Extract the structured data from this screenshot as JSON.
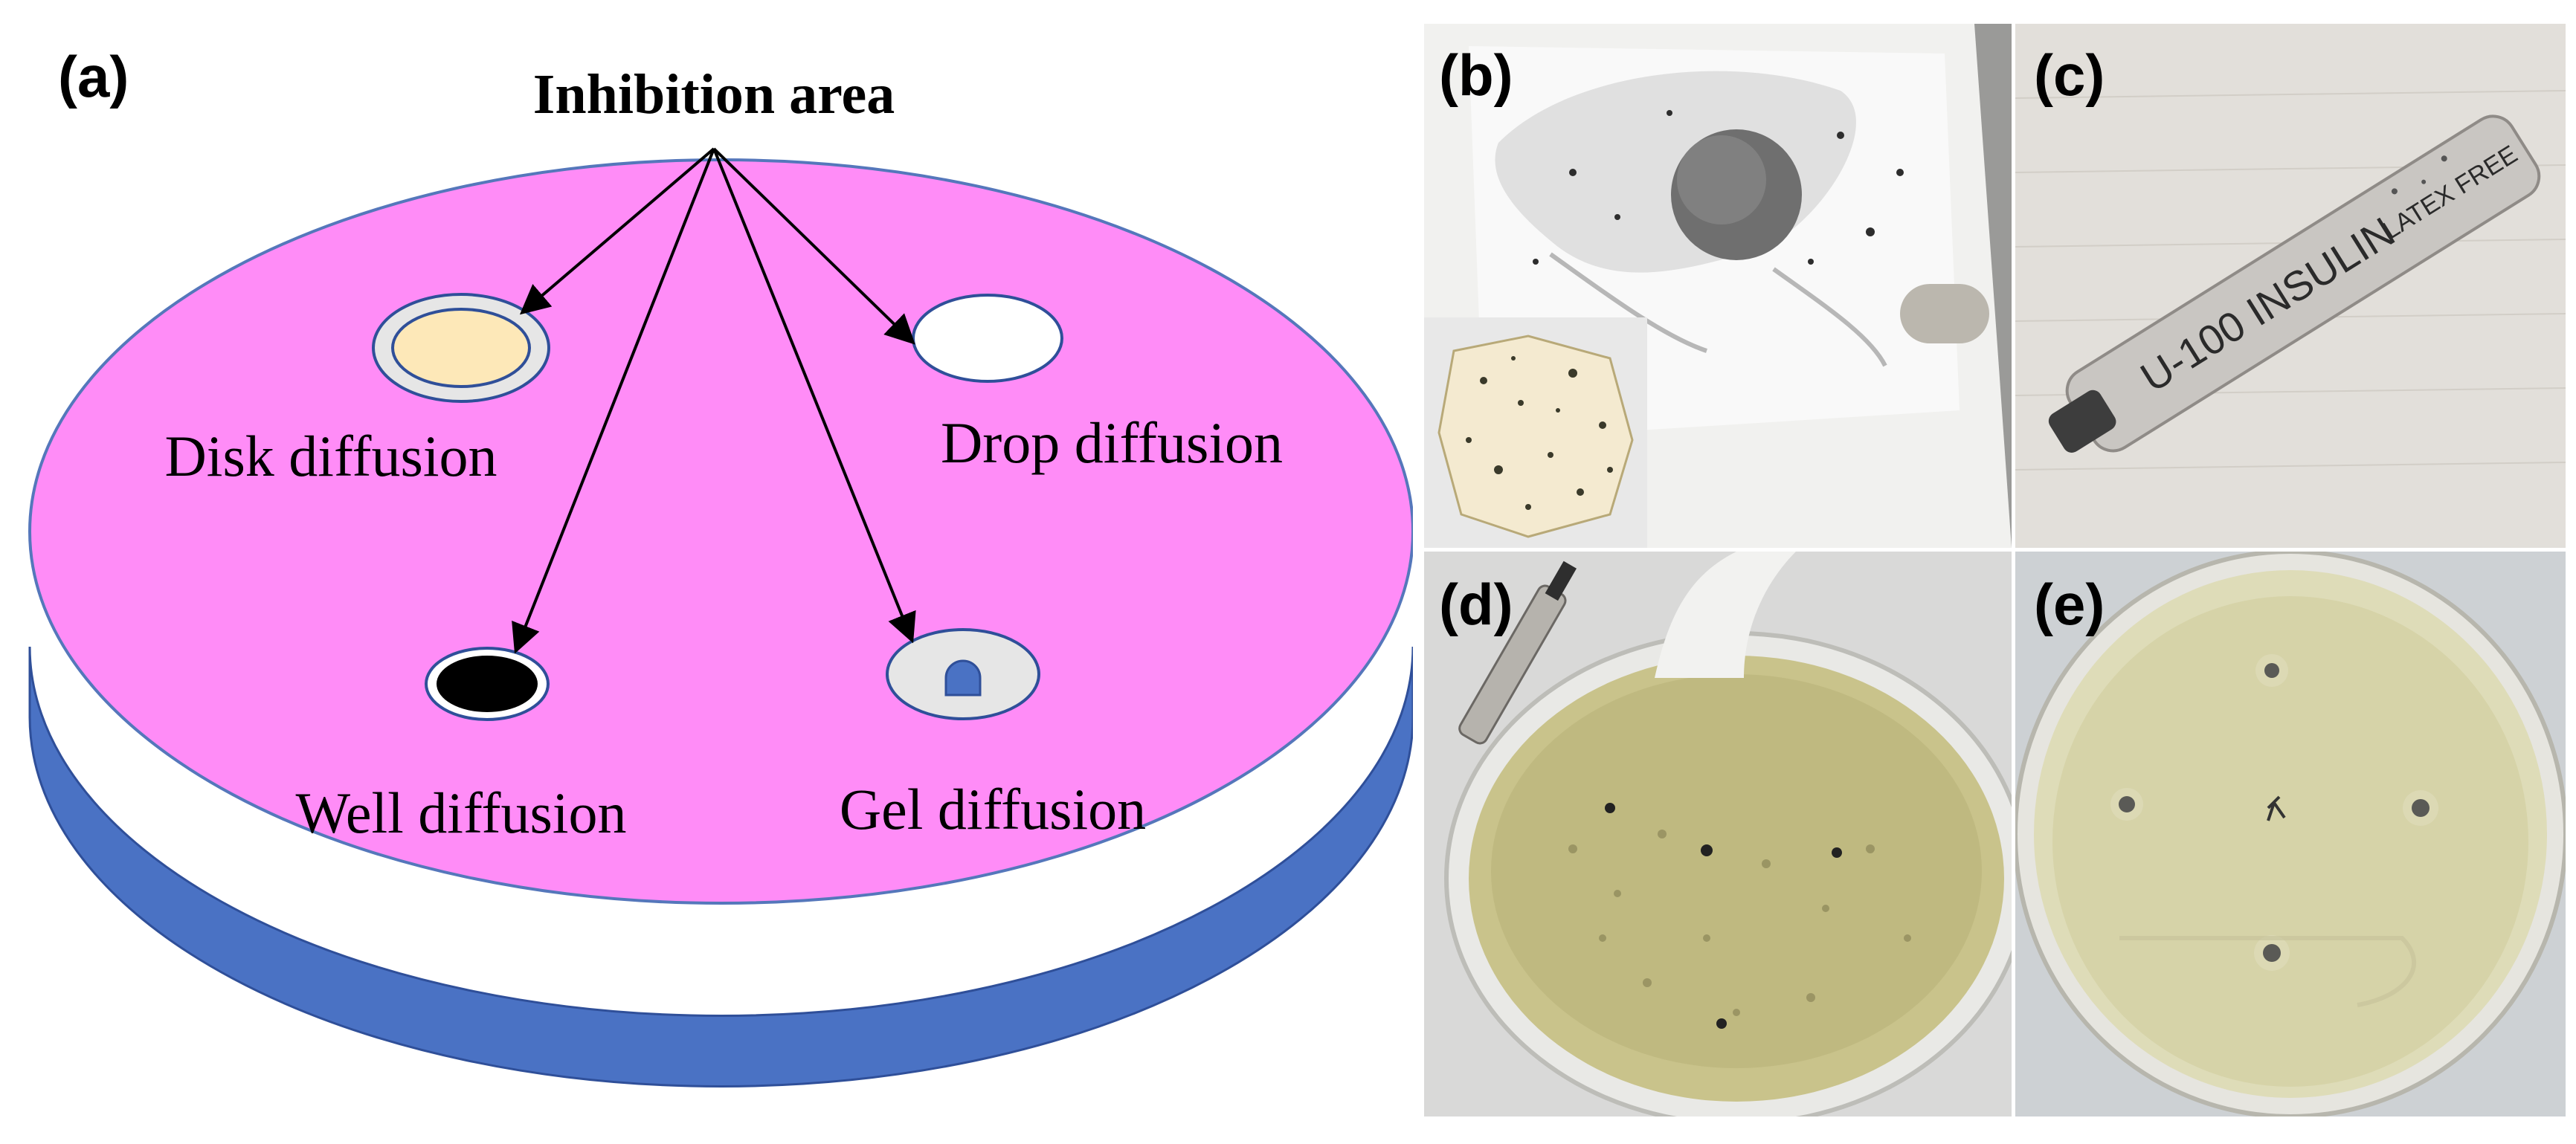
{
  "panel_a": {
    "letter": "(a)",
    "heading": "Inhibition area",
    "labels": {
      "disk": "Disk diffusion",
      "drop": "Drop diffusion",
      "well": "Well diffusion",
      "gel": "Gel diffusion"
    },
    "colors": {
      "plate_top": "#ff8cf7",
      "plate_side": "#4a72c4",
      "disk_fill": "#fde8b8",
      "halo": "#e6e6e6",
      "gel_fill": "#4a72c4"
    }
  },
  "panel_b": {
    "letter": "(b)"
  },
  "panel_c": {
    "letter": "(c)",
    "syringe_text": "U-100 INSULIN",
    "syringe_small": "LATEX FREE"
  },
  "panel_d": {
    "letter": "(d)"
  },
  "panel_e": {
    "letter": "(e)"
  }
}
